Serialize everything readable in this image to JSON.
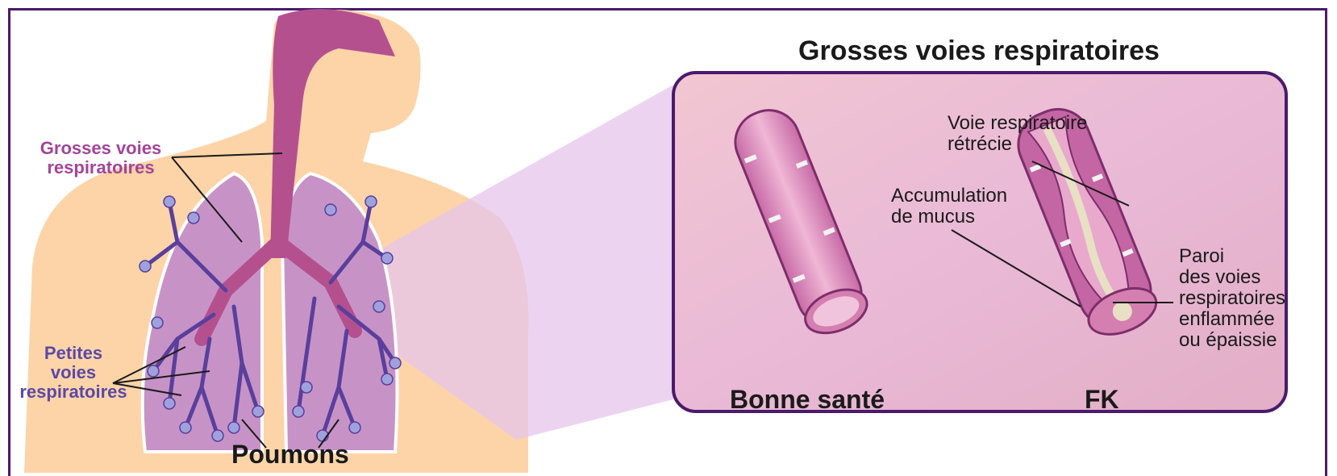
{
  "title": "Grosses voies respiratoires",
  "labels": {
    "large_airways_line1": "Grosses voies",
    "large_airways_line2": "respiratoires",
    "small_airways_line1": "Petites",
    "small_airways_line2": "voies",
    "small_airways_line3": "respiratoires",
    "lungs": "Poumons",
    "narrowed_line1": "Voie respiratoire",
    "narrowed_line2": "rétrécie",
    "mucus_line1": "Accumulation",
    "mucus_line2": "de mucus",
    "wall_line1": "Paroi",
    "wall_line2": "des voies",
    "wall_line3": "respiratoires",
    "wall_line4": "enflammée",
    "wall_line5": "ou épaissie",
    "healthy": "Bonne santé",
    "cf": "FK"
  },
  "colors": {
    "border": "#4a1a6b",
    "skin": "#fcd4a8",
    "airway": "#b5508f",
    "lung": "#c793c6",
    "bronchi": "#5a3f9c",
    "panel": "#e8b4cc",
    "label_purple": "#a3449a",
    "label_violet": "#5b49a6",
    "mucus": "#e8e0c4"
  }
}
